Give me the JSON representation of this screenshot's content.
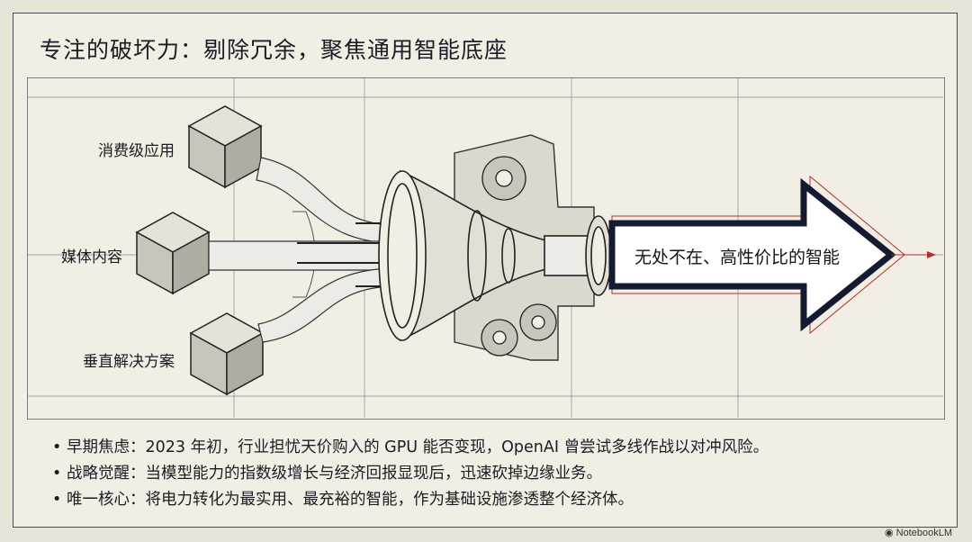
{
  "title": "专注的破坏力：剔除冗余，聚焦通用智能底座",
  "inputs": [
    {
      "label": "消费级应用"
    },
    {
      "label": "媒体内容"
    },
    {
      "label": "垂直解决方案"
    }
  ],
  "output_label": "无处不在、高性价比的智能",
  "bullets": [
    {
      "text": "早期焦虑：2023 年初，行业担忧天价购入的 GPU 能否变现，OpenAI 曾尝试多线作战以对冲风险。"
    },
    {
      "text": "战略觉醒：当模型能力的指数级增长与经济回报显现后，迅速砍掉边缘业务。"
    },
    {
      "text": "唯一核心：将电力转化为最实用、最充裕的智能，作为基础设施渗透整个经济体。"
    }
  ],
  "brand": "NotebookLM",
  "colors": {
    "background": "#f2eee4",
    "ink": "#1c1c22",
    "arrow_fill": "#ffffff",
    "accent_red": "#b03030"
  }
}
